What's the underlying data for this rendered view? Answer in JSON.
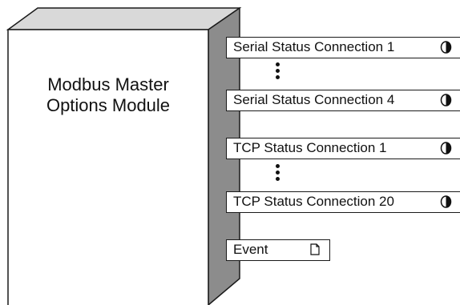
{
  "module": {
    "title_line1": "Modbus Master",
    "title_line2": "Options Module"
  },
  "outputs": [
    {
      "label": "Serial Status Connection 1",
      "icon": "half-filled-circle-icon"
    },
    {
      "label": "Serial Status Connection 4",
      "icon": "half-filled-circle-icon"
    },
    {
      "label": "TCP Status Connection 1",
      "icon": "half-filled-circle-icon"
    },
    {
      "label": "TCP Status Connection 20",
      "icon": "half-filled-circle-icon"
    },
    {
      "label": "Event",
      "icon": "document-icon"
    }
  ],
  "colors": {
    "box_top": "#d9d9d9",
    "box_side": "#8c8c8c",
    "outline": "#1a1a1a"
  }
}
